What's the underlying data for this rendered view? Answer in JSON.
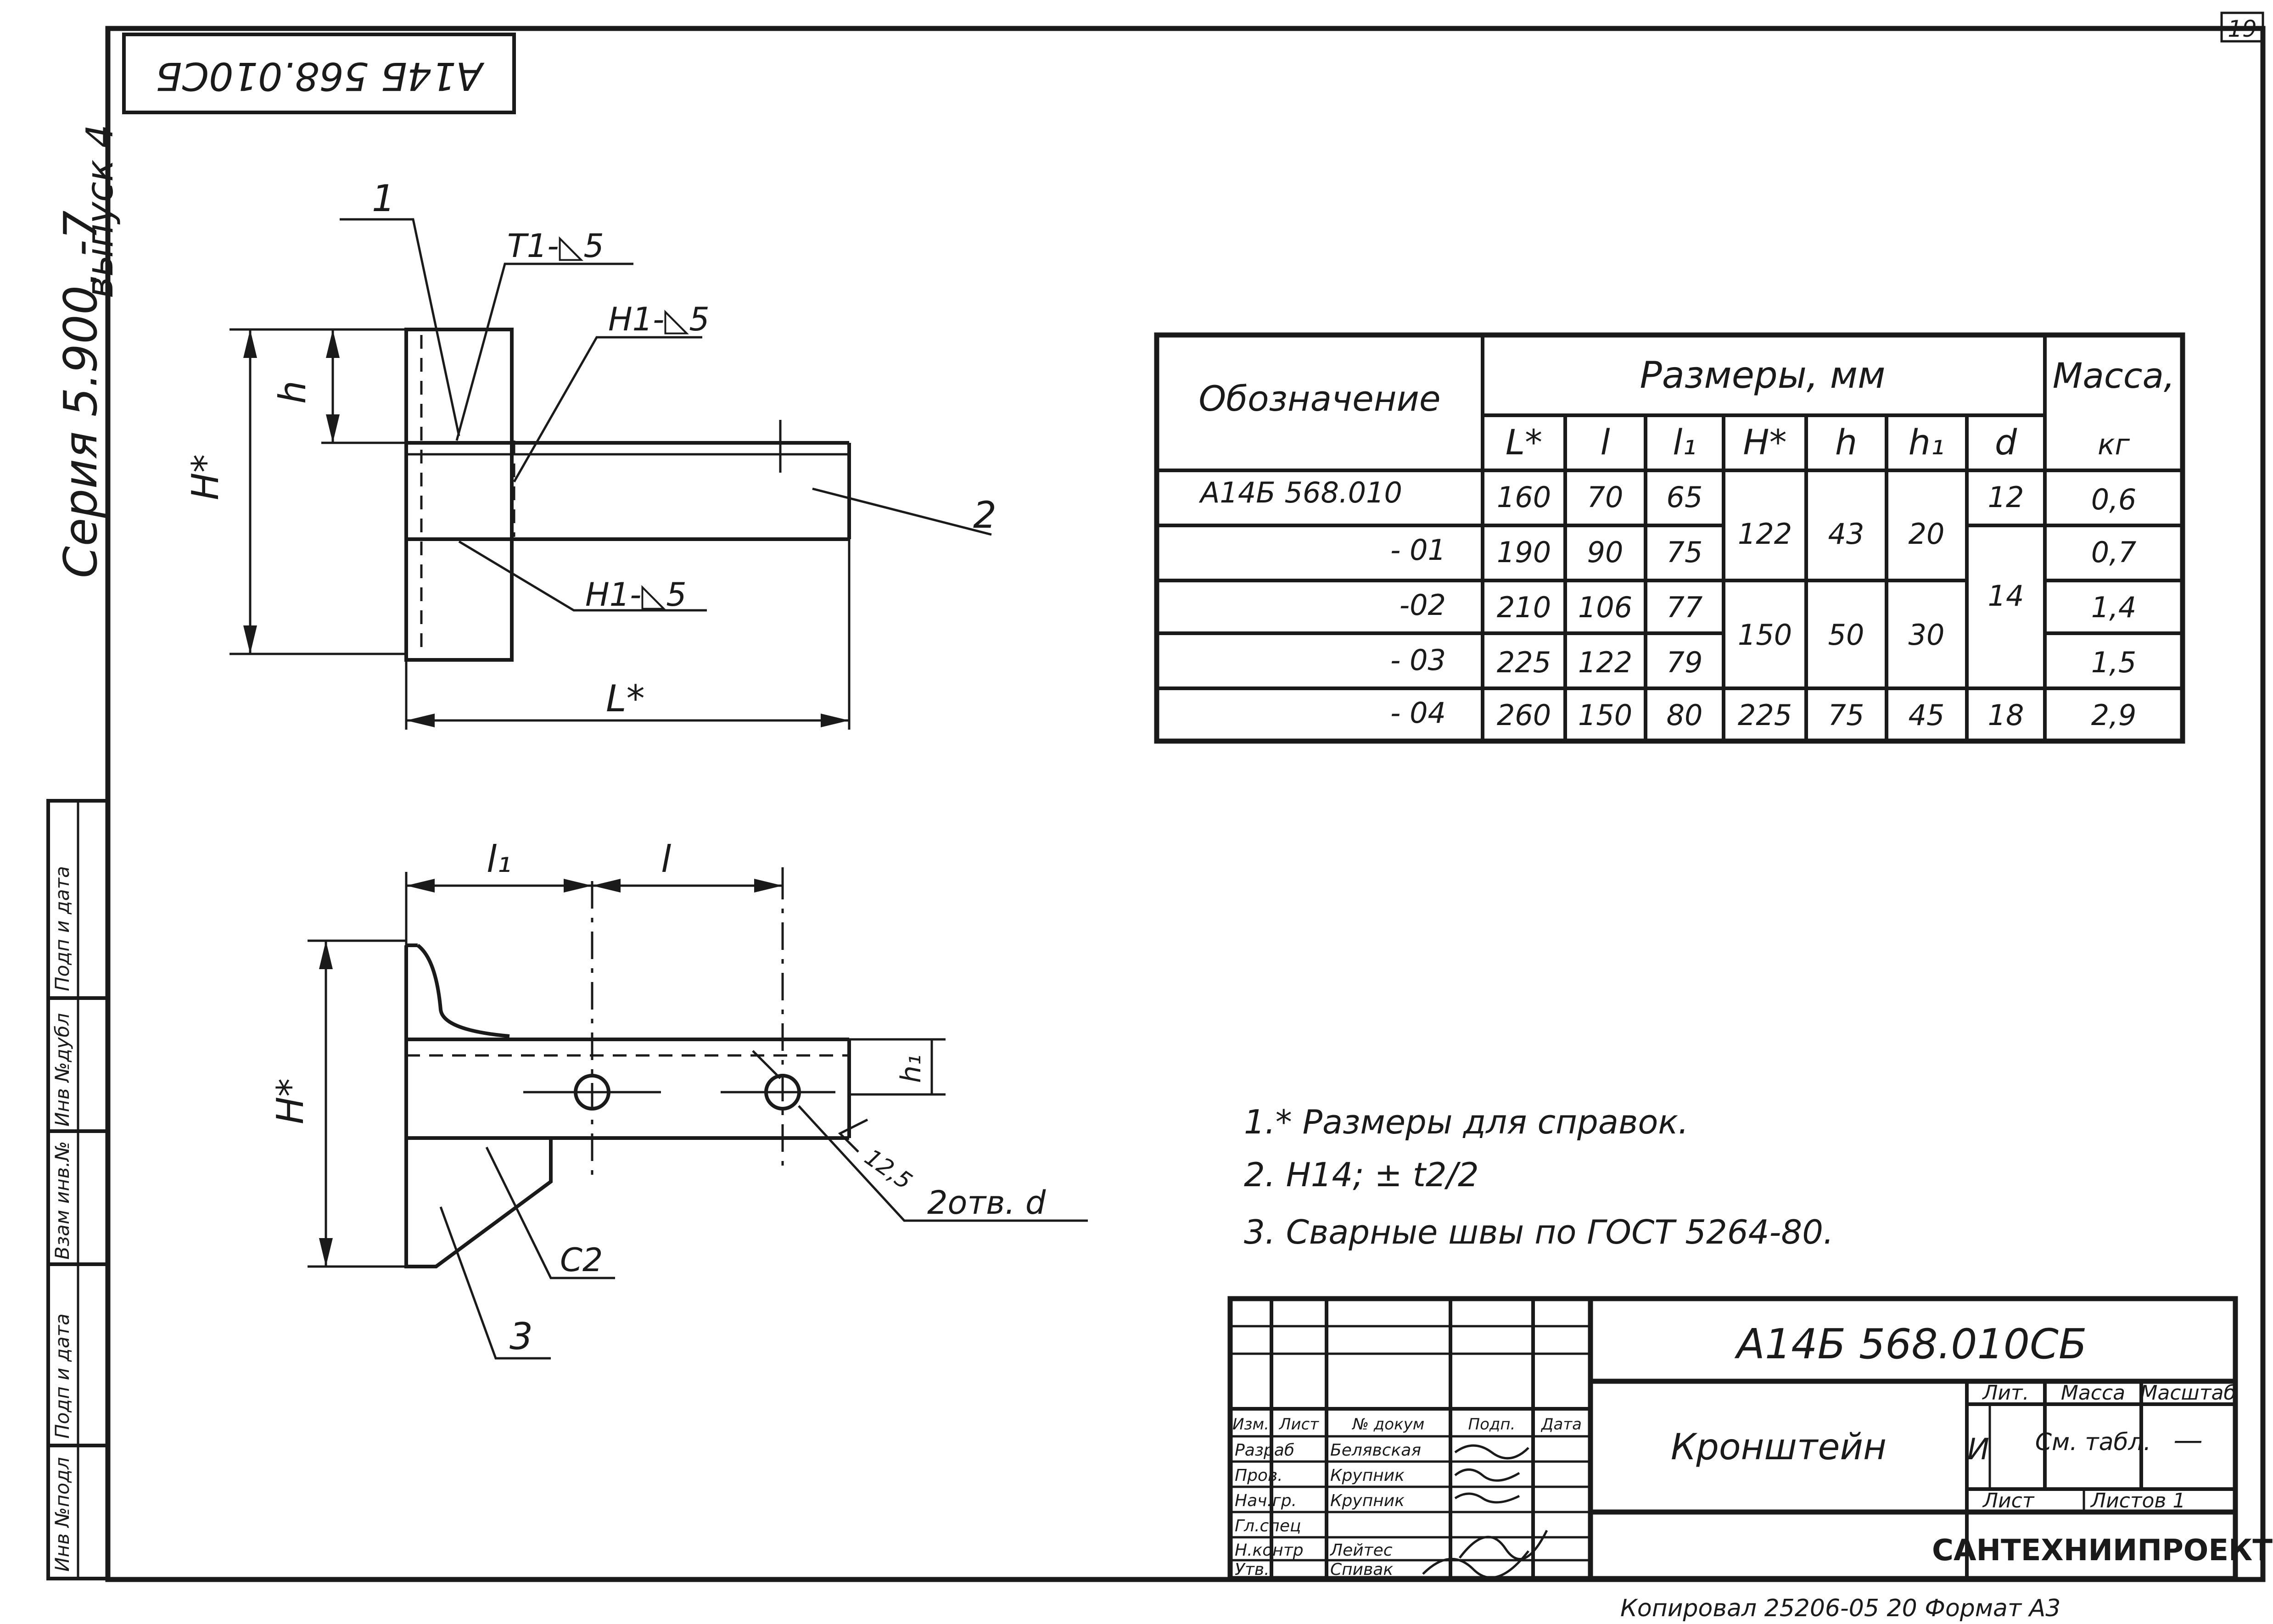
{
  "sheet": {
    "page_number": "19",
    "rotated_code": "А14Б 568.010СБ",
    "series": "Серия 5.900. -7",
    "issue": "выпуск 4"
  },
  "side_stamp": [
    "Подп и дата",
    "Инв №дубл",
    "Взам инв.№",
    "Подп и дата",
    "Инв №подл"
  ],
  "top_view": {
    "callout_1": "1",
    "callout_2": "2",
    "weld_top": "Т1-◺5",
    "weld_mid": "Н1-◺5",
    "weld_bottom": "Н1-◺5",
    "dim_h": "h",
    "dim_H": "H*",
    "dim_L": "L*"
  },
  "front_view": {
    "dim_l1": "l₁",
    "dim_l": "l",
    "dim_H": "H*",
    "dim_h1": "h₁",
    "roughness": "12,5",
    "holes": "2отв. d",
    "weld_c2": "С2",
    "callout_3": "3"
  },
  "table": {
    "headers": {
      "designation": "Обозначение",
      "sizes": "Размеры, мм",
      "mass": "Масса,",
      "mass_unit": "кг",
      "cols": [
        "L*",
        "l",
        "l₁",
        "H*",
        "h",
        "h₁",
        "d"
      ]
    },
    "rows": [
      {
        "code": "А14Б 568.010",
        "L": "160",
        "l": "70",
        "l1": "65",
        "mass": "0,6"
      },
      {
        "code": "- 01",
        "L": "190",
        "l": "90",
        "l1": "75",
        "mass": "0,7"
      },
      {
        "code": "-02",
        "L": "210",
        "l": "106",
        "l1": "77",
        "mass": "1,4"
      },
      {
        "code": "- 03",
        "L": "225",
        "l": "122",
        "l1": "79",
        "mass": "1,5"
      },
      {
        "code": "- 04",
        "L": "260",
        "l": "150",
        "l1": "80",
        "mass": "2,9"
      }
    ],
    "merged": {
      "H_a": "122",
      "h_a": "43",
      "h1_a": "20",
      "H_b": "150",
      "h_b": "50",
      "h1_b": "30",
      "H_c": "225",
      "h_c": "75",
      "h1_c": "45",
      "d_a": "12",
      "d_b": "14",
      "d_c": "18"
    }
  },
  "notes": [
    "1.* Размеры для справок.",
    "2. Н14; ± t2/2",
    "3. Сварные швы по ГОСТ 5264-80."
  ],
  "title_block": {
    "doc_code": "А14Б 568.010СБ",
    "name": "Кронштейн",
    "lit_label": "Лит.",
    "mass_label": "Масса",
    "scale_label": "Масштаб",
    "lit_value": "И",
    "mass_value": "См. табл.",
    "scale_value": "—",
    "sheet_label": "Лист",
    "sheets_label": "Листов 1",
    "org": "САНТЕХНИИПРОЕКТ",
    "column_heads": [
      "Изм.",
      "Лист",
      "№ докум",
      "Подп.",
      "Дата"
    ],
    "roles": [
      {
        "role": "Разраб",
        "name": "Белявская"
      },
      {
        "role": "Пров.",
        "name": "Крупник"
      },
      {
        "role": "Нач.гр.",
        "name": "Крупник"
      },
      {
        "role": "Гл.спец",
        "name": ""
      },
      {
        "role": "Н.контр",
        "name": "Лейтес"
      },
      {
        "role": "Утв.",
        "name": "Спивак"
      }
    ]
  },
  "footer": "Копировал 25206-05 20 Формат А3"
}
